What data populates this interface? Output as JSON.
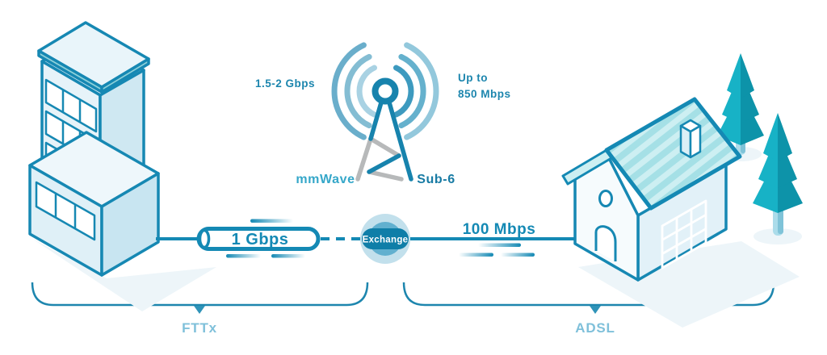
{
  "diagram": {
    "description": "Broadband technology comparison diagram",
    "tower": {
      "left_speed": "1.5-2 Gbps",
      "right_speed_line1": "Up to",
      "right_speed_line2": "850 Mbps",
      "tech_left": "mmWave",
      "tech_right": "Sub-6"
    },
    "fiber": {
      "pipe_label": "1 Gbps"
    },
    "exchange": {
      "label": "Exchange"
    },
    "copper": {
      "line_label": "100 Mbps"
    },
    "braces": {
      "left_label": "FTTx",
      "right_label": "ADSL"
    },
    "colors": {
      "line_blue": "#1489b4",
      "outline_blue": "#1688b3",
      "text_blue": "#1d86ae",
      "light_label_blue": "#7fc0da",
      "mmwave_blue": "#35a7c9",
      "sub6_blue": "#187ba4",
      "tower_gray": "#b7b9ba",
      "wave_light": "#a9d2e3",
      "roof_teal": "#a5e0e6",
      "tree_light": "#17b2c6",
      "tree_dark": "#0d93a9",
      "exchange_outer": "#c2e0ec",
      "exchange_mid": "#61b0cf",
      "exchange_pill": "#0f7ea8",
      "shadow": "#edf5f9"
    }
  }
}
